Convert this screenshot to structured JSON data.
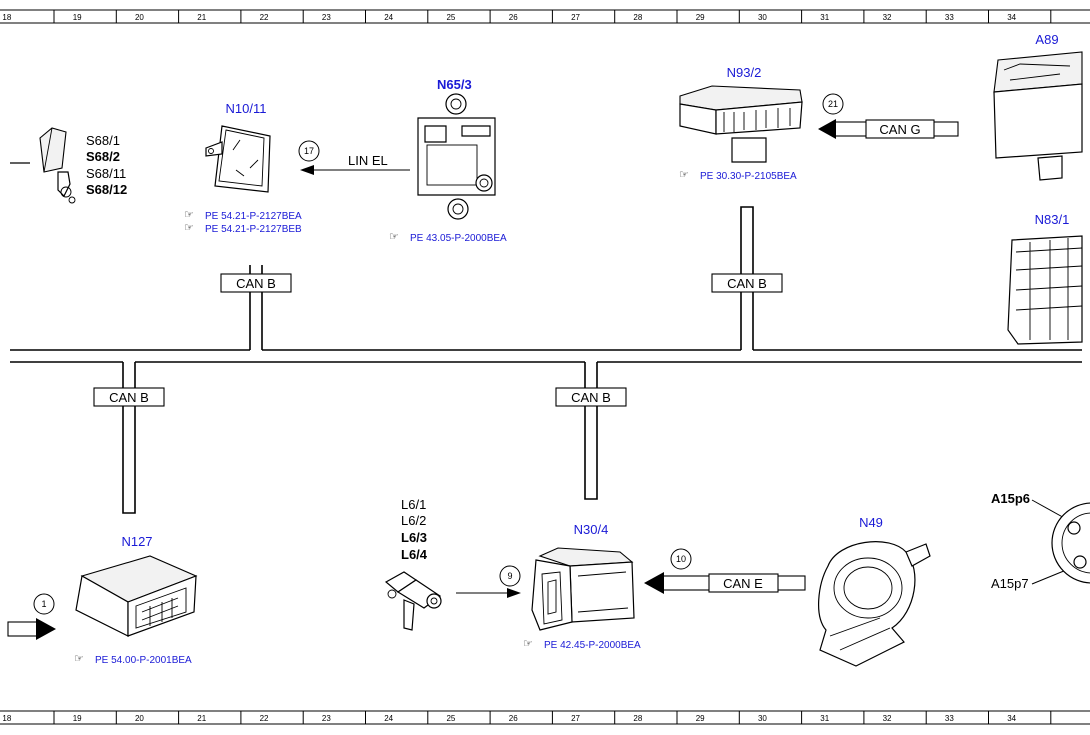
{
  "ruler": {
    "top": [
      "18",
      "19",
      "20",
      "21",
      "22",
      "23",
      "24",
      "25",
      "26",
      "27",
      "28",
      "29",
      "30",
      "31",
      "32",
      "33",
      "34"
    ],
    "bottom": [
      "18",
      "19",
      "20",
      "21",
      "22",
      "23",
      "24",
      "25",
      "26",
      "27",
      "28",
      "29",
      "30",
      "31",
      "32",
      "33",
      "34"
    ]
  },
  "components": {
    "s68": {
      "labels": [
        {
          "text": "S68/1",
          "bold": false
        },
        {
          "text": "S68/2",
          "bold": true
        },
        {
          "text": "S68/11",
          "bold": false
        },
        {
          "text": "S68/12",
          "bold": true
        }
      ]
    },
    "n10_11": {
      "id": "N10/11",
      "refs": [
        "PE 54.21-P-2127BEA",
        "PE 54.21-P-2127BEB"
      ]
    },
    "n65_3": {
      "id": "N65/3",
      "refs": [
        "PE 43.05-P-2000BEA"
      ]
    },
    "n93_2": {
      "id": "N93/2",
      "refs": [
        "PE 30.30-P-2105BEA"
      ]
    },
    "a89": {
      "id": "A89"
    },
    "n83_1": {
      "id": "N83/1"
    },
    "n127": {
      "id": "N127",
      "refs": [
        "PE 54.00-P-2001BEA"
      ]
    },
    "l6": {
      "labels": [
        {
          "text": "L6/1",
          "bold": false
        },
        {
          "text": "L6/2",
          "bold": false
        },
        {
          "text": "L6/3",
          "bold": true
        },
        {
          "text": "L6/4",
          "bold": true
        }
      ]
    },
    "n30_4": {
      "id": "N30/4",
      "refs": [
        "PE 42.45-P-2000BEA"
      ]
    },
    "n49": {
      "id": "N49"
    },
    "a15": {
      "labels": [
        "A15p6",
        "A15p7"
      ]
    }
  },
  "connections": {
    "lin_el": {
      "label": "LIN EL",
      "number": "17"
    },
    "can_g": {
      "label": "CAN G",
      "number": "21"
    },
    "can_b_top_left": {
      "label": "CAN B"
    },
    "can_b_top_right": {
      "label": "CAN B"
    },
    "can_b_bottom_left": {
      "label": "CAN B"
    },
    "can_b_bottom_mid": {
      "label": "CAN B"
    },
    "can_e": {
      "label": "CAN E",
      "number": "10"
    },
    "l6_signal": {
      "number": "9"
    },
    "n127_input": {
      "number": "1"
    }
  },
  "colors": {
    "component_id": "#1a1ad6",
    "reference": "#1a1ad6",
    "line": "#000000"
  },
  "icons": {
    "reference": "pointing-hand-icon"
  }
}
